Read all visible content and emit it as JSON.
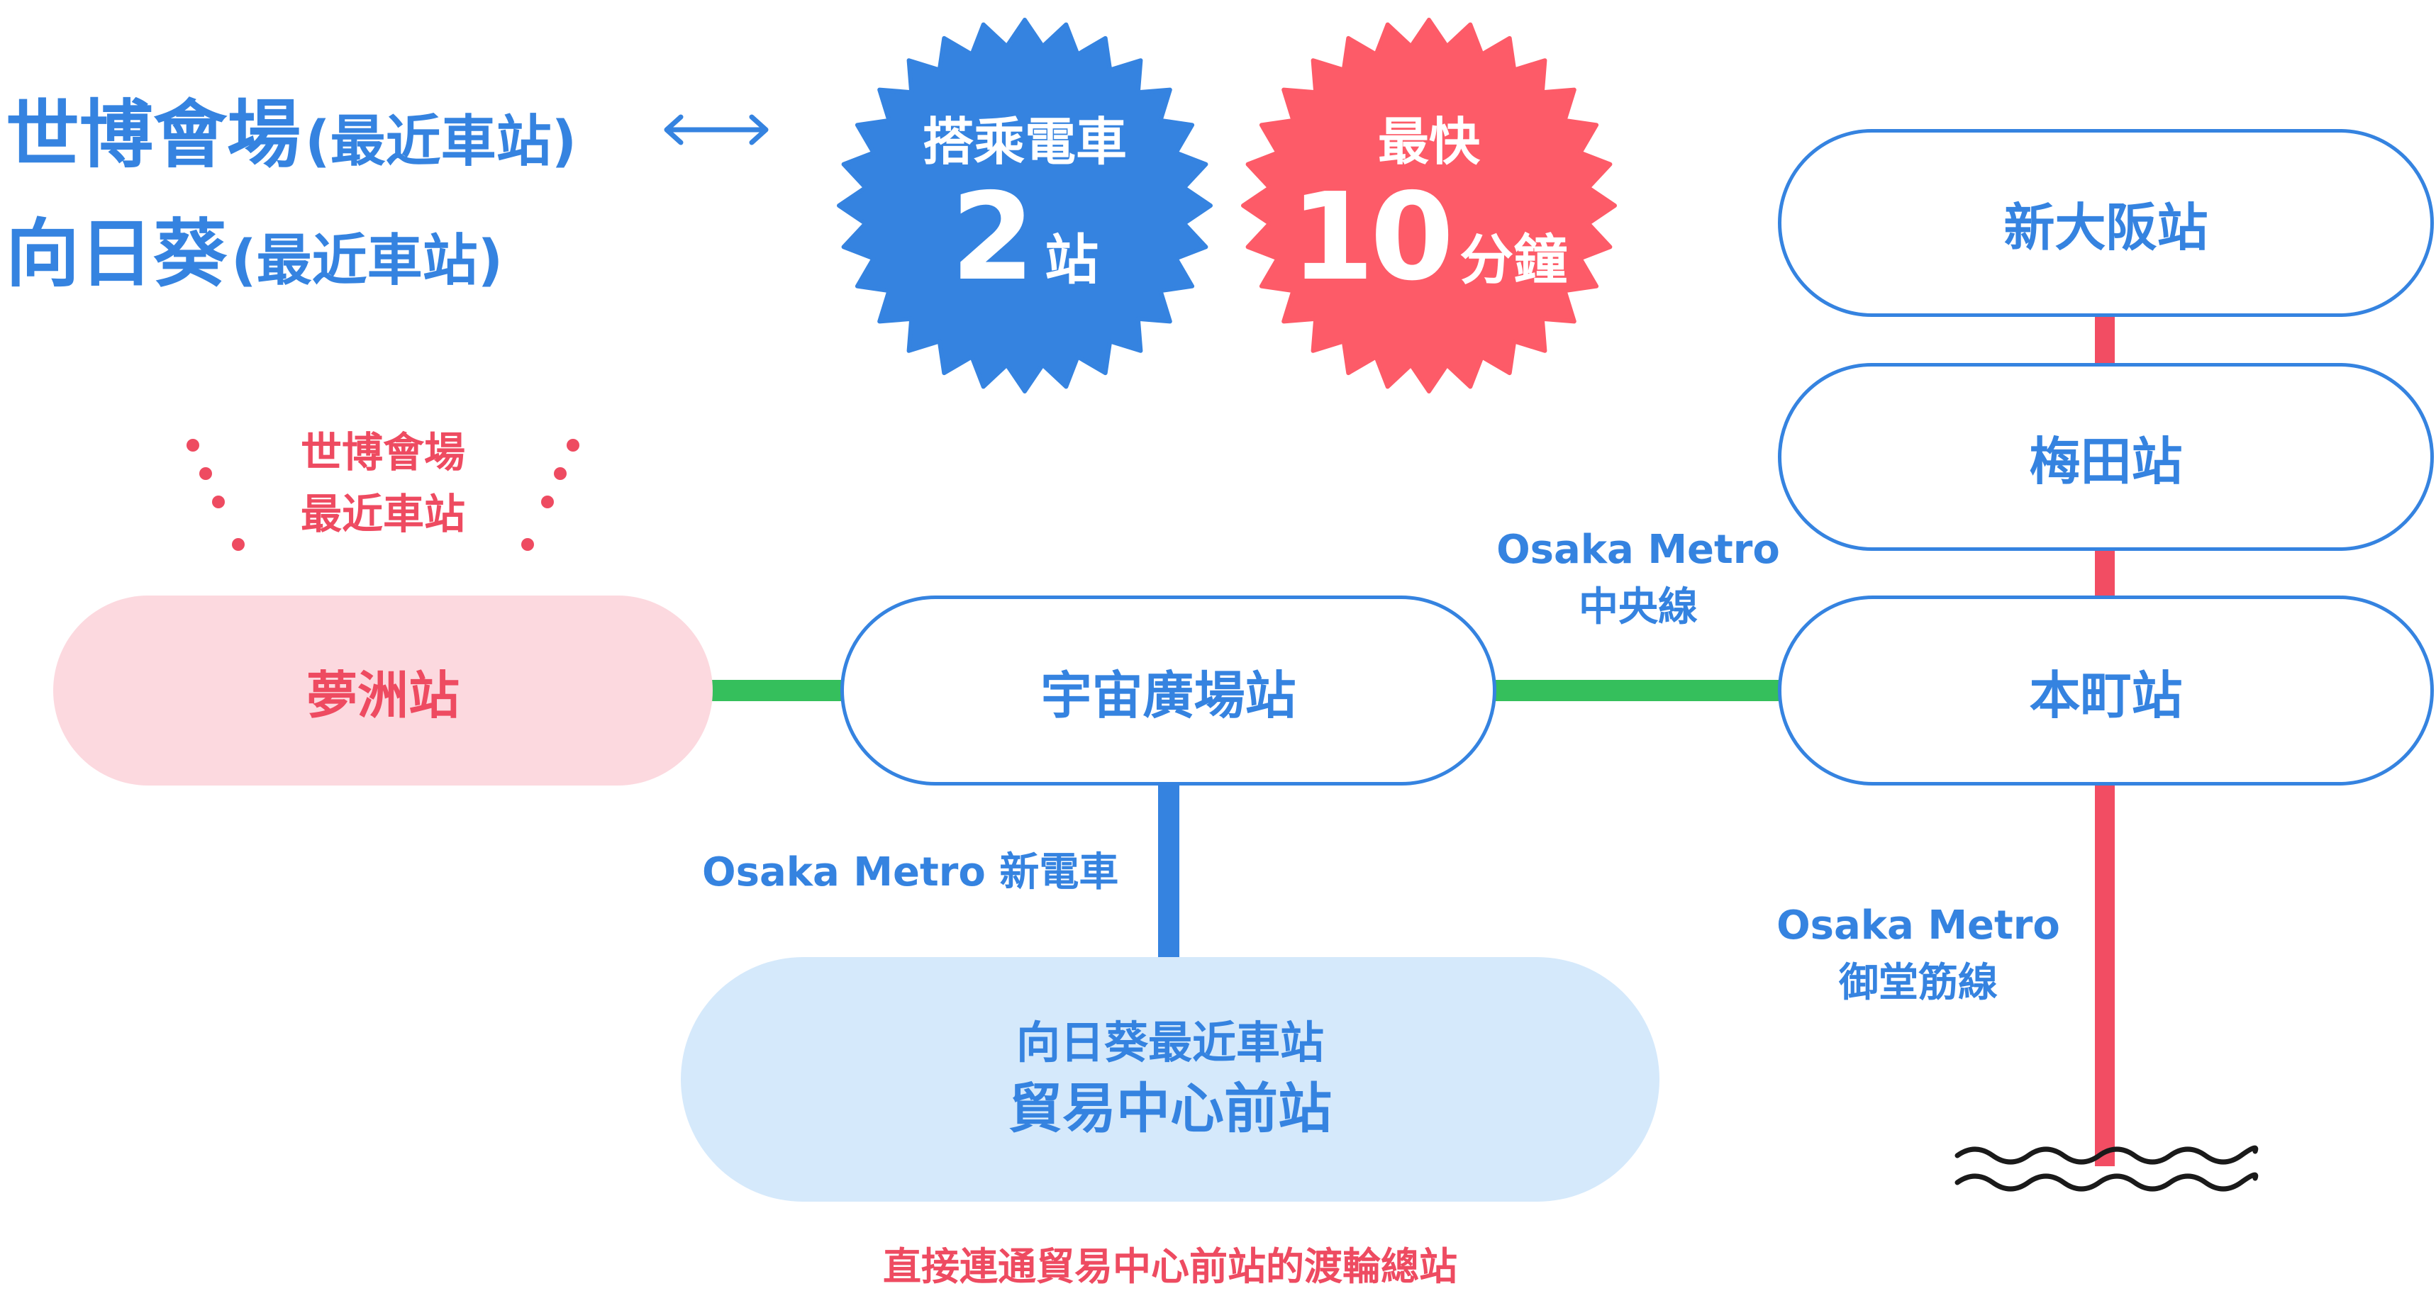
{
  "header": {
    "line1": {
      "main": "世博會場",
      "paren": "(最近車站)"
    },
    "line2": {
      "main": "向日葵",
      "paren": "(最近車站)"
    },
    "arrow_icon": "double-arrow-icon"
  },
  "badges": {
    "train": {
      "top": "搭乘電車",
      "big": "2",
      "unit": "站",
      "color": "#3583e0"
    },
    "time": {
      "top": "最快",
      "big": "10",
      "unit": "分鐘",
      "color": "#fd5b68"
    }
  },
  "colors": {
    "blue": "#3583e0",
    "red": "#ee4b61",
    "green": "#35bf5c",
    "metro_red": "#f24d63",
    "pink_fill": "#fcd9df",
    "light_blue_fill": "#d5e9fb"
  },
  "expo_callout": {
    "line1": "世博會場",
    "line2": "最近車站"
  },
  "stations": {
    "yumeshima": "夢洲站",
    "cosmosquare": "宇宙廣場站",
    "honmachi": "本町站",
    "umeda": "梅田站",
    "shinosaka": "新大阪站",
    "tradecenter": {
      "line1": "向日葵最近車站",
      "line2": "貿易中心前站"
    }
  },
  "lines": {
    "chuo": {
      "line1": "Osaka Metro",
      "line2": "中央線"
    },
    "newtram": "Osaka Metro 新電車",
    "midosuji": {
      "line1": "Osaka Metro",
      "line2": "御堂筋線"
    }
  },
  "footer_note": "直接連通貿易中心前站的渡輪總站",
  "water_icon": "water-waves-icon"
}
